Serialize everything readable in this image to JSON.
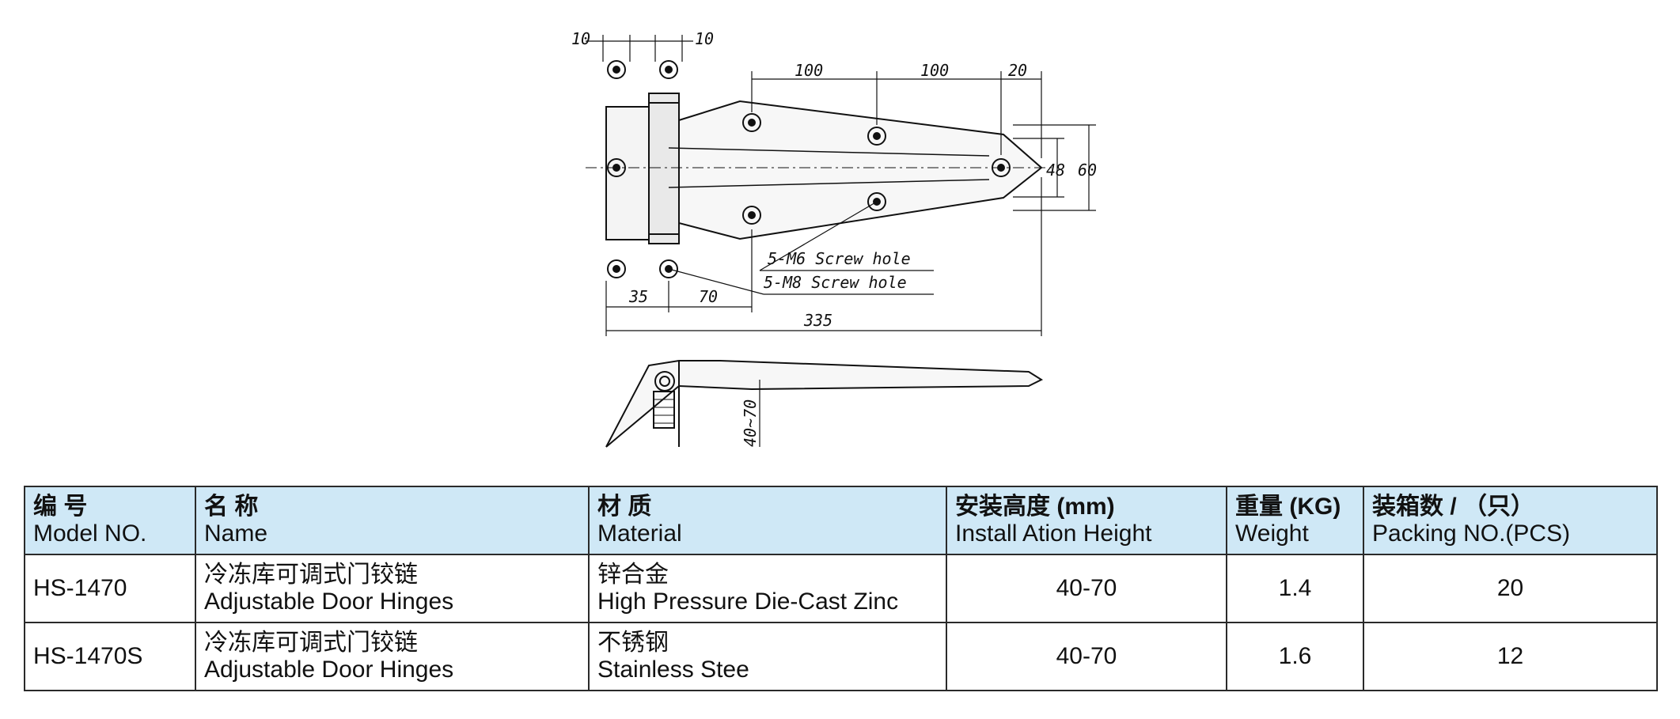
{
  "drawing": {
    "dimensions": {
      "top_left": "10",
      "top_right": "10",
      "span_a": "100",
      "span_b": "100",
      "span_c": "20",
      "height_inner": "48",
      "height_outer": "60",
      "bottom_a": "35",
      "bottom_b": "70",
      "overall": "335",
      "side_range": "40~70"
    },
    "callouts": {
      "m6": "5-M6 Screw hole",
      "m8": "5-M8 Screw hole"
    }
  },
  "table": {
    "headers": [
      {
        "zh": "编 号",
        "en": "Model NO."
      },
      {
        "zh": "名 称",
        "en": "Name"
      },
      {
        "zh": "材 质",
        "en": "Material"
      },
      {
        "zh": "安装高度 (mm)",
        "en": "Install Ation Height"
      },
      {
        "zh": "重量 (KG)",
        "en": "Weight"
      },
      {
        "zh": "装箱数 / （只）",
        "en": "Packing NO.(PCS)"
      }
    ],
    "rows": [
      {
        "model": "HS-1470",
        "name_zh": "冷冻库可调式门铰链",
        "name_en": "Adjustable Door Hinges",
        "material_zh": "锌合金",
        "material_en": "High Pressure Die-Cast Zinc",
        "height": "40-70",
        "weight": "1.4",
        "packing": "20"
      },
      {
        "model": "HS-1470S",
        "name_zh": "冷冻库可调式门铰链",
        "name_en": "Adjustable Door Hinges",
        "material_zh": "不锈钢",
        "material_en": "Stainless Stee",
        "height": "40-70",
        "weight": "1.6",
        "packing": "12"
      }
    ]
  }
}
